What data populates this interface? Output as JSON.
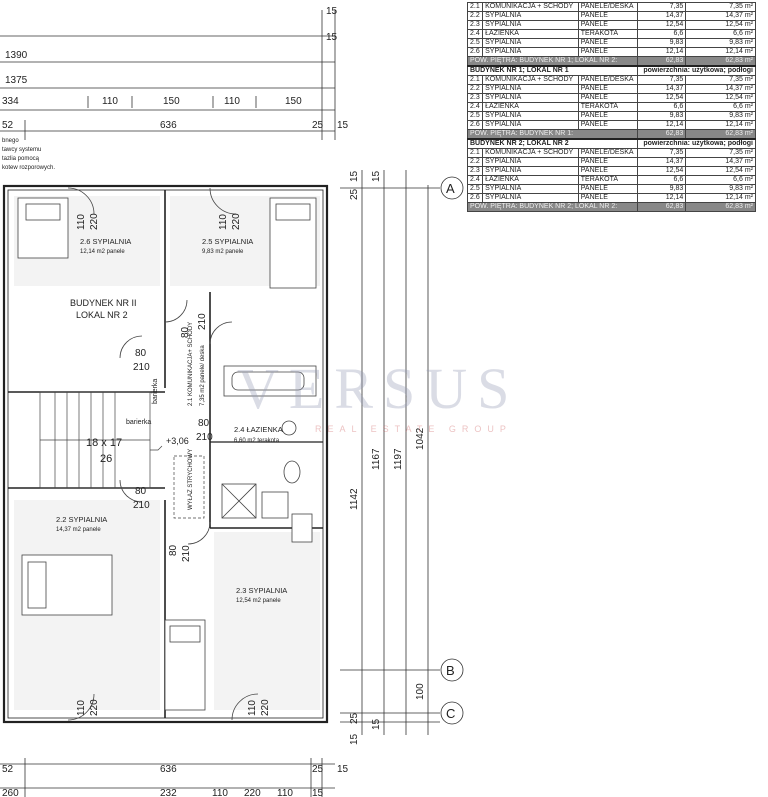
{
  "table": {
    "sections": [
      {
        "title": "",
        "title_right": "",
        "rows": [
          [
            "2.1",
            "KOMUNIKACJA + SCHODY",
            "PANELE/DESKA",
            "7,35",
            "7,35 m²"
          ],
          [
            "2.2",
            "SYPIALNIA",
            "PANELE",
            "14,37",
            "14,37 m²"
          ],
          [
            "2.3",
            "SYPIALNIA",
            "PANELE",
            "12,54",
            "12,54 m²"
          ],
          [
            "2.4",
            "ŁAZIENKA",
            "TERAKOTA",
            "6,6",
            "6,6 m²"
          ],
          [
            "2.5",
            "SYPIALNIA",
            "PANELE",
            "9,83",
            "9,83 m²"
          ],
          [
            "2.6",
            "SYPIALNIA",
            "PANELE",
            "12,14",
            "12,14 m²"
          ]
        ],
        "sum": [
          "POW. PIĘTRA: BUDYNEK NR 1; LOKAL NR 2:",
          "62,83",
          "62,83 m²"
        ]
      },
      {
        "title": "BUDYNEK NR 1; LOKAL NR 1",
        "title_right": "powierzchnia: użytkowa; podłogi",
        "rows": [
          [
            "2.1",
            "KOMUNIKACJA + SCHODY",
            "PANELE/DESKA",
            "7,35",
            "7,35 m²"
          ],
          [
            "2.2",
            "SYPIALNIA",
            "PANELE",
            "14,37",
            "14,37 m²"
          ],
          [
            "2.3",
            "SYPIALNIA",
            "PANELE",
            "12,54",
            "12,54 m²"
          ],
          [
            "2.4",
            "ŁAZIENKA",
            "TERAKOTA",
            "6,6",
            "6,6 m²"
          ],
          [
            "2.5",
            "SYPIALNIA",
            "PANELE",
            "9,83",
            "9,83 m²"
          ],
          [
            "2.6",
            "SYPIALNIA",
            "PANELE",
            "12,14",
            "12,14 m²"
          ]
        ],
        "sum": [
          "POW. PIĘTRA: BUDYNEK NR 1:",
          "62,83",
          "62,83 m²"
        ]
      },
      {
        "title": "BUDYNEK NR 2; LOKAL NR 2",
        "title_right": "powierzchnia: użytkowa; podłogi",
        "rows": [
          [
            "2.1",
            "KOMUNIKACJA + SCHODY",
            "PANELE/DESKA",
            "7,35",
            "7,35 m²"
          ],
          [
            "2.2",
            "SYPIALNIA",
            "PANELE",
            "14,37",
            "14,37 m²"
          ],
          [
            "2.3",
            "SYPIALNIA",
            "PANELE",
            "12,54",
            "12,54 m²"
          ],
          [
            "2.4",
            "ŁAZIENKA",
            "TERAKOTA",
            "6,6",
            "6,6 m²"
          ],
          [
            "2.5",
            "SYPIALNIA",
            "PANELE",
            "9,83",
            "9,83 m²"
          ],
          [
            "2.6",
            "SYPIALNIA",
            "PANELE",
            "12,14",
            "12,14 m²"
          ]
        ],
        "sum": [
          "POW. PIĘTRA: BUDYNEK NR 2; LOKAL NR 2:",
          "62,83",
          "62,83 m²"
        ]
      }
    ]
  },
  "dims_top": {
    "d1390": "1390",
    "d1375": "1375",
    "d334": "334",
    "d110a": "110",
    "d150a": "150",
    "d110b": "110",
    "d150b": "150",
    "d52": "52",
    "d636": "636",
    "d25": "25",
    "d15a": "15",
    "d15b": "15",
    "d15c": "15"
  },
  "dims_bottom": {
    "d52": "52",
    "d636": "636",
    "d25": "25",
    "d15": "15",
    "d260": "260",
    "d232": "232",
    "d110a": "110",
    "d220": "220",
    "d110b": "110",
    "d15b": "15"
  },
  "dims_right": {
    "d1142": "1142",
    "d1167": "1167",
    "d1197": "1197",
    "d1042": "1042",
    "d100": "100",
    "d15a": "15",
    "d25": "25",
    "d15b": "15",
    "d25b": "25",
    "d15c": "15",
    "d15d": "15"
  },
  "axes": {
    "a": "A",
    "b": "B",
    "c": "C"
  },
  "notes": [
    "bnego",
    "tawcy systemu",
    "tazlia pomocą",
    "kotew rozporowych."
  ],
  "rooms": {
    "r26_name": "2.6 SYPIALNIA",
    "r26_area": "12,14 m2 panele",
    "r25_name": "2.5 SYPIALNIA",
    "r25_area": "9,83 m2 panele",
    "r22_name": "2.2 SYPIALNIA",
    "r22_area": "14,37 m2 panele",
    "r23_name": "2.3 SYPIALNIA",
    "r23_area": "12,54 m2 panele",
    "r24_name": "2.4 ŁAZIENKA",
    "r24_area": "6,60 m2 terakota",
    "r21_name": "2.1 KOMUNIKACJA+ SCHODY",
    "r21_area": "7,35 m2 panele/ deska",
    "building_1": "BUDYNEK NR II",
    "building_2": "LOKAL NR 2",
    "stairs": "18 x 17",
    "stairs_n": "26",
    "level": "+3,06",
    "railing_1": "barierka",
    "railing_2": "barierka",
    "attic": "WYŁAZ STRYCHOWY"
  },
  "doors": {
    "d110": "110",
    "d220": "220",
    "d80": "80",
    "d210": "210"
  },
  "watermark": {
    "main": "VERSUS",
    "sub": "REAL ESTATE GROUP"
  }
}
